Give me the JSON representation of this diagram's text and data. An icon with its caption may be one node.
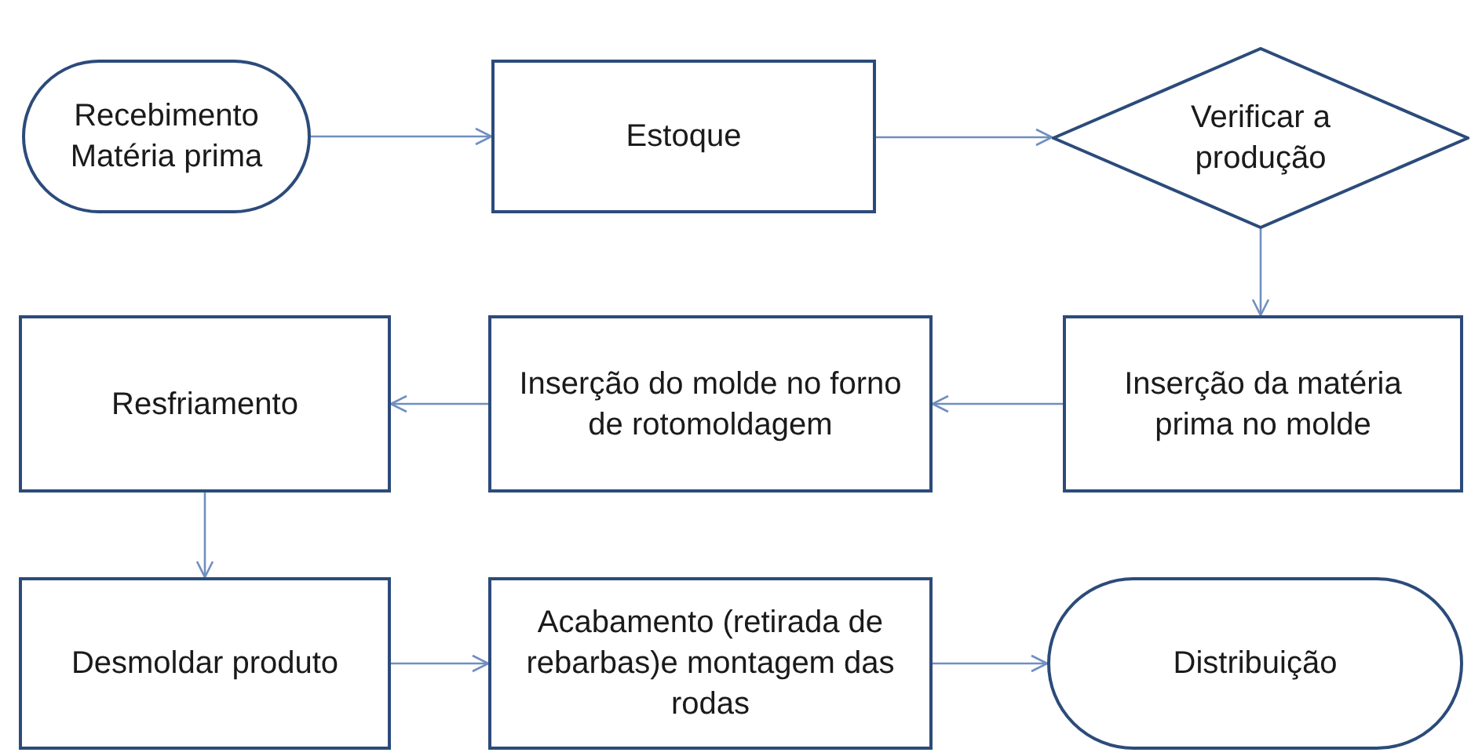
{
  "diagram": {
    "nodes": [
      {
        "text": [
          "Recebimento Matéria prima"
        ]
      },
      {
        "text": [
          "Estoque"
        ]
      },
      {
        "text": [
          "Verificar a produção"
        ]
      },
      {
        "text": [
          "Inserção da matéria prima no molde"
        ]
      },
      {
        "text": [
          "Inserção do molde no forno de rotomoldagem"
        ]
      },
      {
        "text": [
          "Resfriamento"
        ]
      },
      {
        "text": [
          "Desmoldar produto"
        ]
      },
      {
        "text": [
          "Acabamento (retirada de rebarbas)e montagem das rodas"
        ]
      },
      {
        "text": [
          "Distribuição"
        ]
      }
    ],
    "edges": [
      {
        "from": 0,
        "to": 1,
        "arrow": "to"
      },
      {
        "from": 1,
        "to": 2,
        "arrow": "to"
      },
      {
        "from": 2,
        "to": 3,
        "arrow": "to"
      },
      {
        "from": 3,
        "to": 4,
        "arrow": "to"
      },
      {
        "from": 4,
        "to": 5,
        "arrow": "to"
      },
      {
        "from": 5,
        "to": 6,
        "arrow": "to"
      },
      {
        "from": 6,
        "to": 7,
        "arrow": "to"
      },
      {
        "from": 7,
        "to": 8,
        "arrow": "to"
      }
    ]
  }
}
